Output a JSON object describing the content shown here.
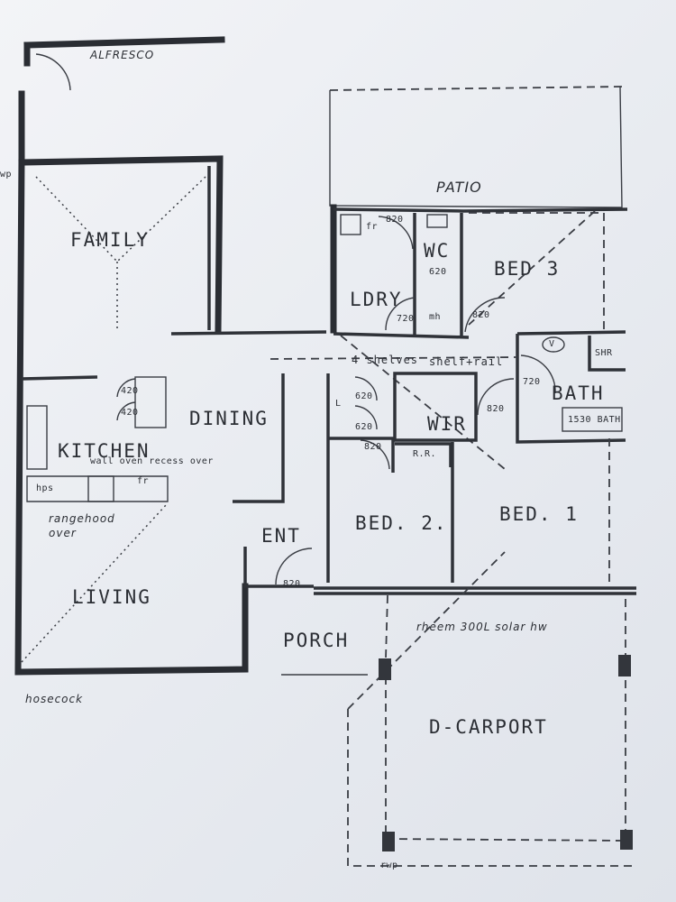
{
  "plan": {
    "rooms": {
      "alfresco": "ALFRESCO",
      "patio": "PATIO",
      "family": "FAMILY",
      "laundry": "LDRY",
      "wc": "WC",
      "bed3": "BED 3",
      "kitchen": "KITCHEN",
      "dining": "DINING",
      "wir": "WIR",
      "bath": "BATH",
      "bed2": "BED. 2.",
      "bed1": "BED. 1",
      "entry": "ENT",
      "living": "LIVING",
      "porch": "PORCH",
      "carport": "D-CARPORT"
    },
    "doors": {
      "laundry_top": "820",
      "wc": "620",
      "laundry_bottom": "720",
      "bed3": "820",
      "pantry_1": "420",
      "pantry_2": "420",
      "linen_1": "620",
      "linen_2": "620",
      "linen_3": "820",
      "bath": "720",
      "wir": "820",
      "entry": "820"
    },
    "notes": {
      "shelves": "4 shelves",
      "shelf_rail": "shelf+rail",
      "wall_oven_recess": "wall oven recess over",
      "rangehood_1": "rangehood",
      "rangehood_2": "over",
      "hot_water": "rheem 300L solar hw",
      "hosecock": "hosecock",
      "bath_size": "1530 BATH",
      "rr": "R.R.",
      "hps": "hps",
      "fridge_1": "fr",
      "fridge_2": "fr",
      "linen_l": "L",
      "vanity": "V",
      "shower": "SHR",
      "wp_1": "wp",
      "rwp": "rwp",
      "mh": "mh"
    }
  }
}
